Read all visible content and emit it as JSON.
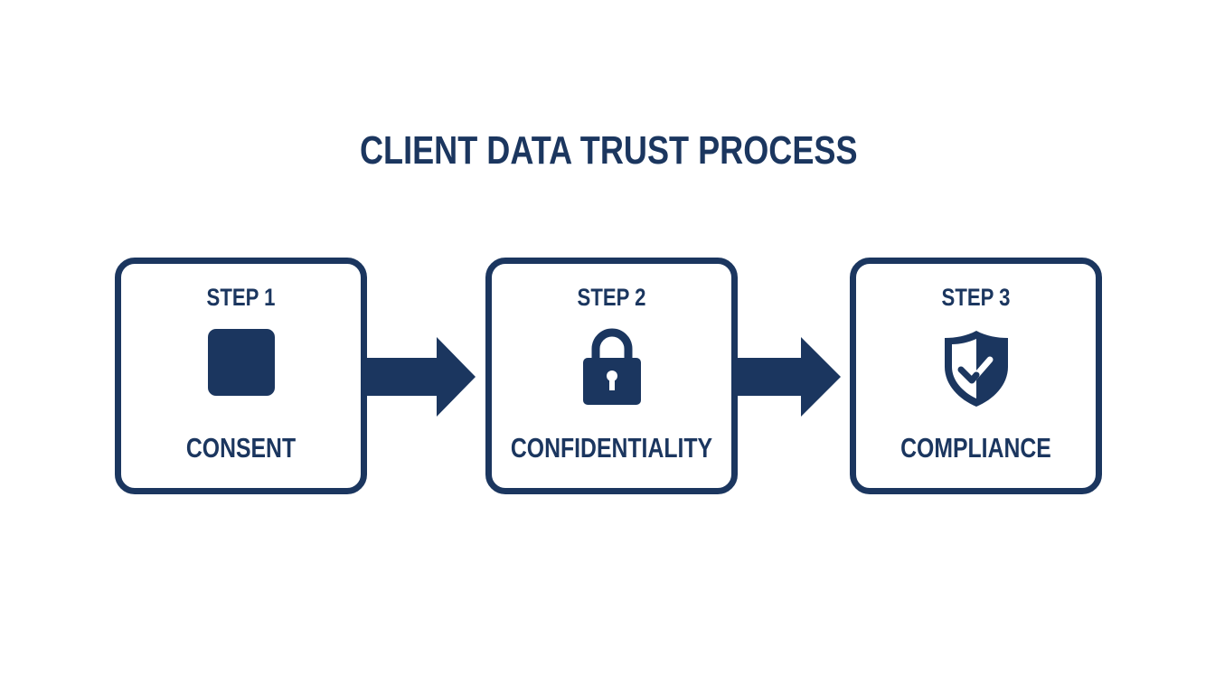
{
  "diagram": {
    "title": "CLIENT DATA TRUST PROCESS",
    "accent_color": "#1b365f",
    "background_color": "#ffffff",
    "steps": [
      {
        "label": "STEP 1",
        "name": "CONSENT",
        "icon": "square-icon"
      },
      {
        "label": "STEP 2",
        "name": "CONFIDENTIALITY",
        "icon": "lock-icon"
      },
      {
        "label": "STEP 3",
        "name": "COMPLIANCE",
        "icon": "shield-check-icon"
      }
    ],
    "connectors": [
      {
        "from": "STEP 1",
        "to": "STEP 2",
        "icon": "arrow-right-icon"
      },
      {
        "from": "STEP 2",
        "to": "STEP 3",
        "icon": "arrow-right-icon"
      }
    ]
  }
}
